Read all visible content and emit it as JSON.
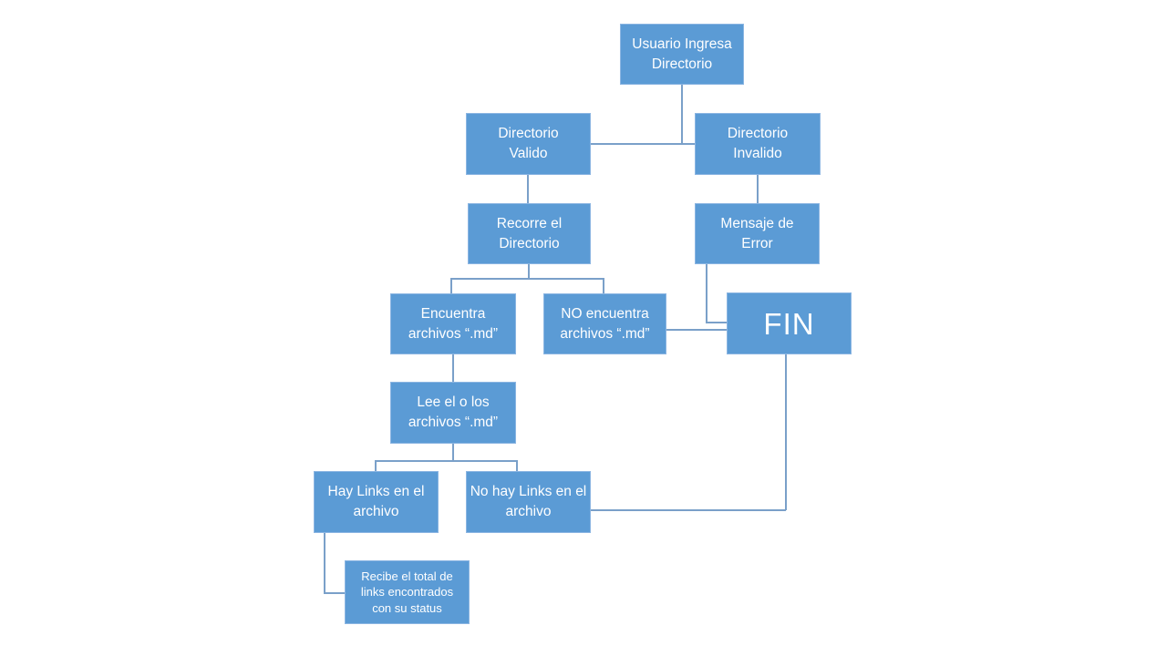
{
  "colors": {
    "node_fill": "#5B9BD5",
    "node_border": "#8BB5E2",
    "node_text": "#FFFFFF",
    "connector": "#7AA0C9",
    "background": "#FFFFFF"
  },
  "nodes": {
    "usuario": {
      "label": "Usuario Ingresa\nDirectorio"
    },
    "valido": {
      "label": "Directorio\nValido"
    },
    "invalido": {
      "label": "Directorio\nInvalido"
    },
    "recorre": {
      "label": "Recorre el\nDirectorio"
    },
    "mensaje": {
      "label": "Mensaje de\nError"
    },
    "encuentra": {
      "label": "Encuentra\narchivos “.md”"
    },
    "noencuentra": {
      "label": "NO encuentra\narchivos “.md”"
    },
    "fin": {
      "label": "FIN"
    },
    "lee": {
      "label": "Lee el o los\narchivos “.md”"
    },
    "hay": {
      "label": "Hay Links en el\narchivo"
    },
    "nohay": {
      "label": "No hay Links en el\narchivo"
    },
    "recibe": {
      "label": "Recibe el total de\nlinks encontrados\ncon su status"
    }
  },
  "edges": [
    {
      "from": "usuario",
      "to": "valido"
    },
    {
      "from": "usuario",
      "to": "invalido"
    },
    {
      "from": "valido",
      "to": "recorre"
    },
    {
      "from": "invalido",
      "to": "mensaje"
    },
    {
      "from": "recorre",
      "to": "encuentra"
    },
    {
      "from": "recorre",
      "to": "noencuentra"
    },
    {
      "from": "mensaje",
      "to": "fin"
    },
    {
      "from": "noencuentra",
      "to": "fin"
    },
    {
      "from": "encuentra",
      "to": "lee"
    },
    {
      "from": "lee",
      "to": "hay"
    },
    {
      "from": "lee",
      "to": "nohay"
    },
    {
      "from": "nohay",
      "to": "fin"
    },
    {
      "from": "hay",
      "to": "recibe"
    }
  ]
}
